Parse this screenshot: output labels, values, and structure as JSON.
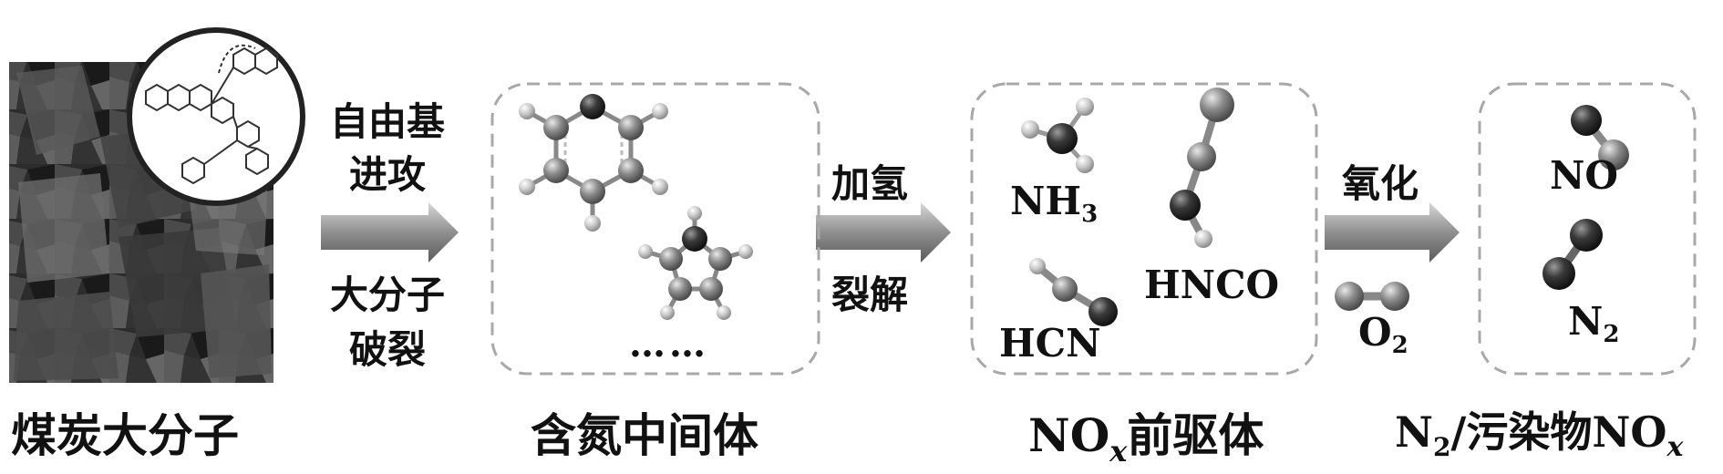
{
  "stages": {
    "coal": {
      "caption": "煤炭大分子"
    },
    "intermediate": {
      "caption": "含氮中间体",
      "more": "……"
    },
    "precursor": {
      "caption_main": "NO",
      "caption_sub": "x",
      "caption_rest": "前驱体"
    },
    "products": {
      "caption_a": "N",
      "caption_a_sub": "2",
      "caption_b": "/污染物NO",
      "caption_b_sub": "x"
    }
  },
  "steps": {
    "step1": {
      "line1": "自由基",
      "line2": "进攻",
      "line3": "大分子",
      "line4": "破裂"
    },
    "step2": {
      "line1": "加氢",
      "line2": "裂解"
    },
    "step3": {
      "line1": "氧化"
    }
  },
  "molecules": {
    "nh3": {
      "main": "NH",
      "sub": "3"
    },
    "hnco": {
      "main": "HNCO"
    },
    "hcn": {
      "main": "HCN"
    },
    "o2": {
      "main": "O",
      "sub": "2"
    },
    "no": {
      "main": "NO"
    },
    "n2": {
      "main": "N",
      "sub": "2"
    }
  },
  "colors": {
    "border": "#a8a8a8",
    "arrow_dark": "#666666",
    "arrow_light": "#d0d0d0",
    "text": "#111111"
  }
}
